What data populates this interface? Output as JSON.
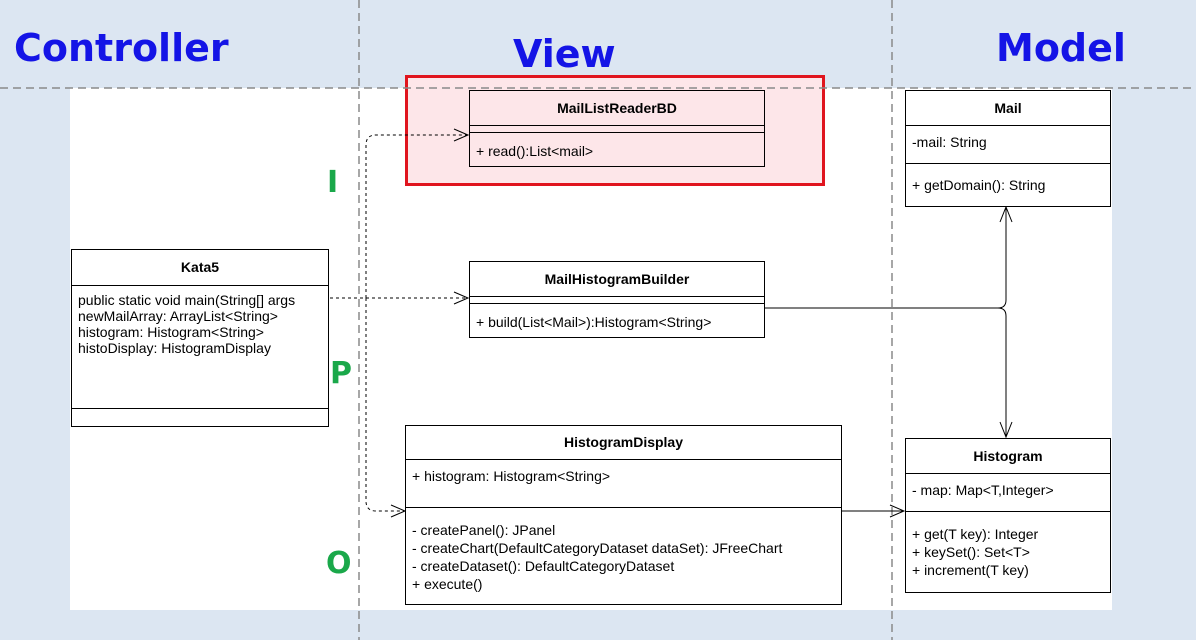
{
  "sections": {
    "controller": "Controller",
    "view": "View",
    "model": "Model"
  },
  "ipo": {
    "i": "I",
    "p": "P",
    "o": "O"
  },
  "colors": {
    "highlight_border": "#e0141e",
    "highlight_fill": "#fde6e9",
    "section_title": "#1414e6",
    "ipo_letters": "#1aa84a"
  },
  "classes": {
    "kata5": {
      "name": "Kata5",
      "attributes": [
        "public static void main(String[] args",
        "newMailArray: ArrayList<String>",
        "histogram: Histogram<String>",
        "histoDisplay: HistogramDisplay"
      ]
    },
    "mail_list_reader": {
      "name": "MailListReaderBD",
      "methods": [
        "+ read():List<mail>"
      ]
    },
    "mail_histogram_builder": {
      "name": "MailHistogramBuilder",
      "methods": [
        "+ build(List<Mail>):Histogram<String>"
      ]
    },
    "histogram_display": {
      "name": "HistogramDisplay",
      "attributes": [
        "+ histogram: Histogram<String>"
      ],
      "methods": [
        "- createPanel(): JPanel",
        "- createChart(DefaultCategoryDataset dataSet): JFreeChart",
        "- createDataset(): DefaultCategoryDataset",
        "+ execute()"
      ]
    },
    "mail": {
      "name": "Mail",
      "attributes": [
        "-mail: String"
      ],
      "methods": [
        "+ getDomain(): String"
      ]
    },
    "histogram": {
      "name": "Histogram",
      "attributes": [
        "- map: Map<T,Integer>"
      ],
      "methods": [
        "+ get(T key): Integer",
        "+ keySet(): Set<T>",
        "+ increment(T key)"
      ]
    }
  }
}
